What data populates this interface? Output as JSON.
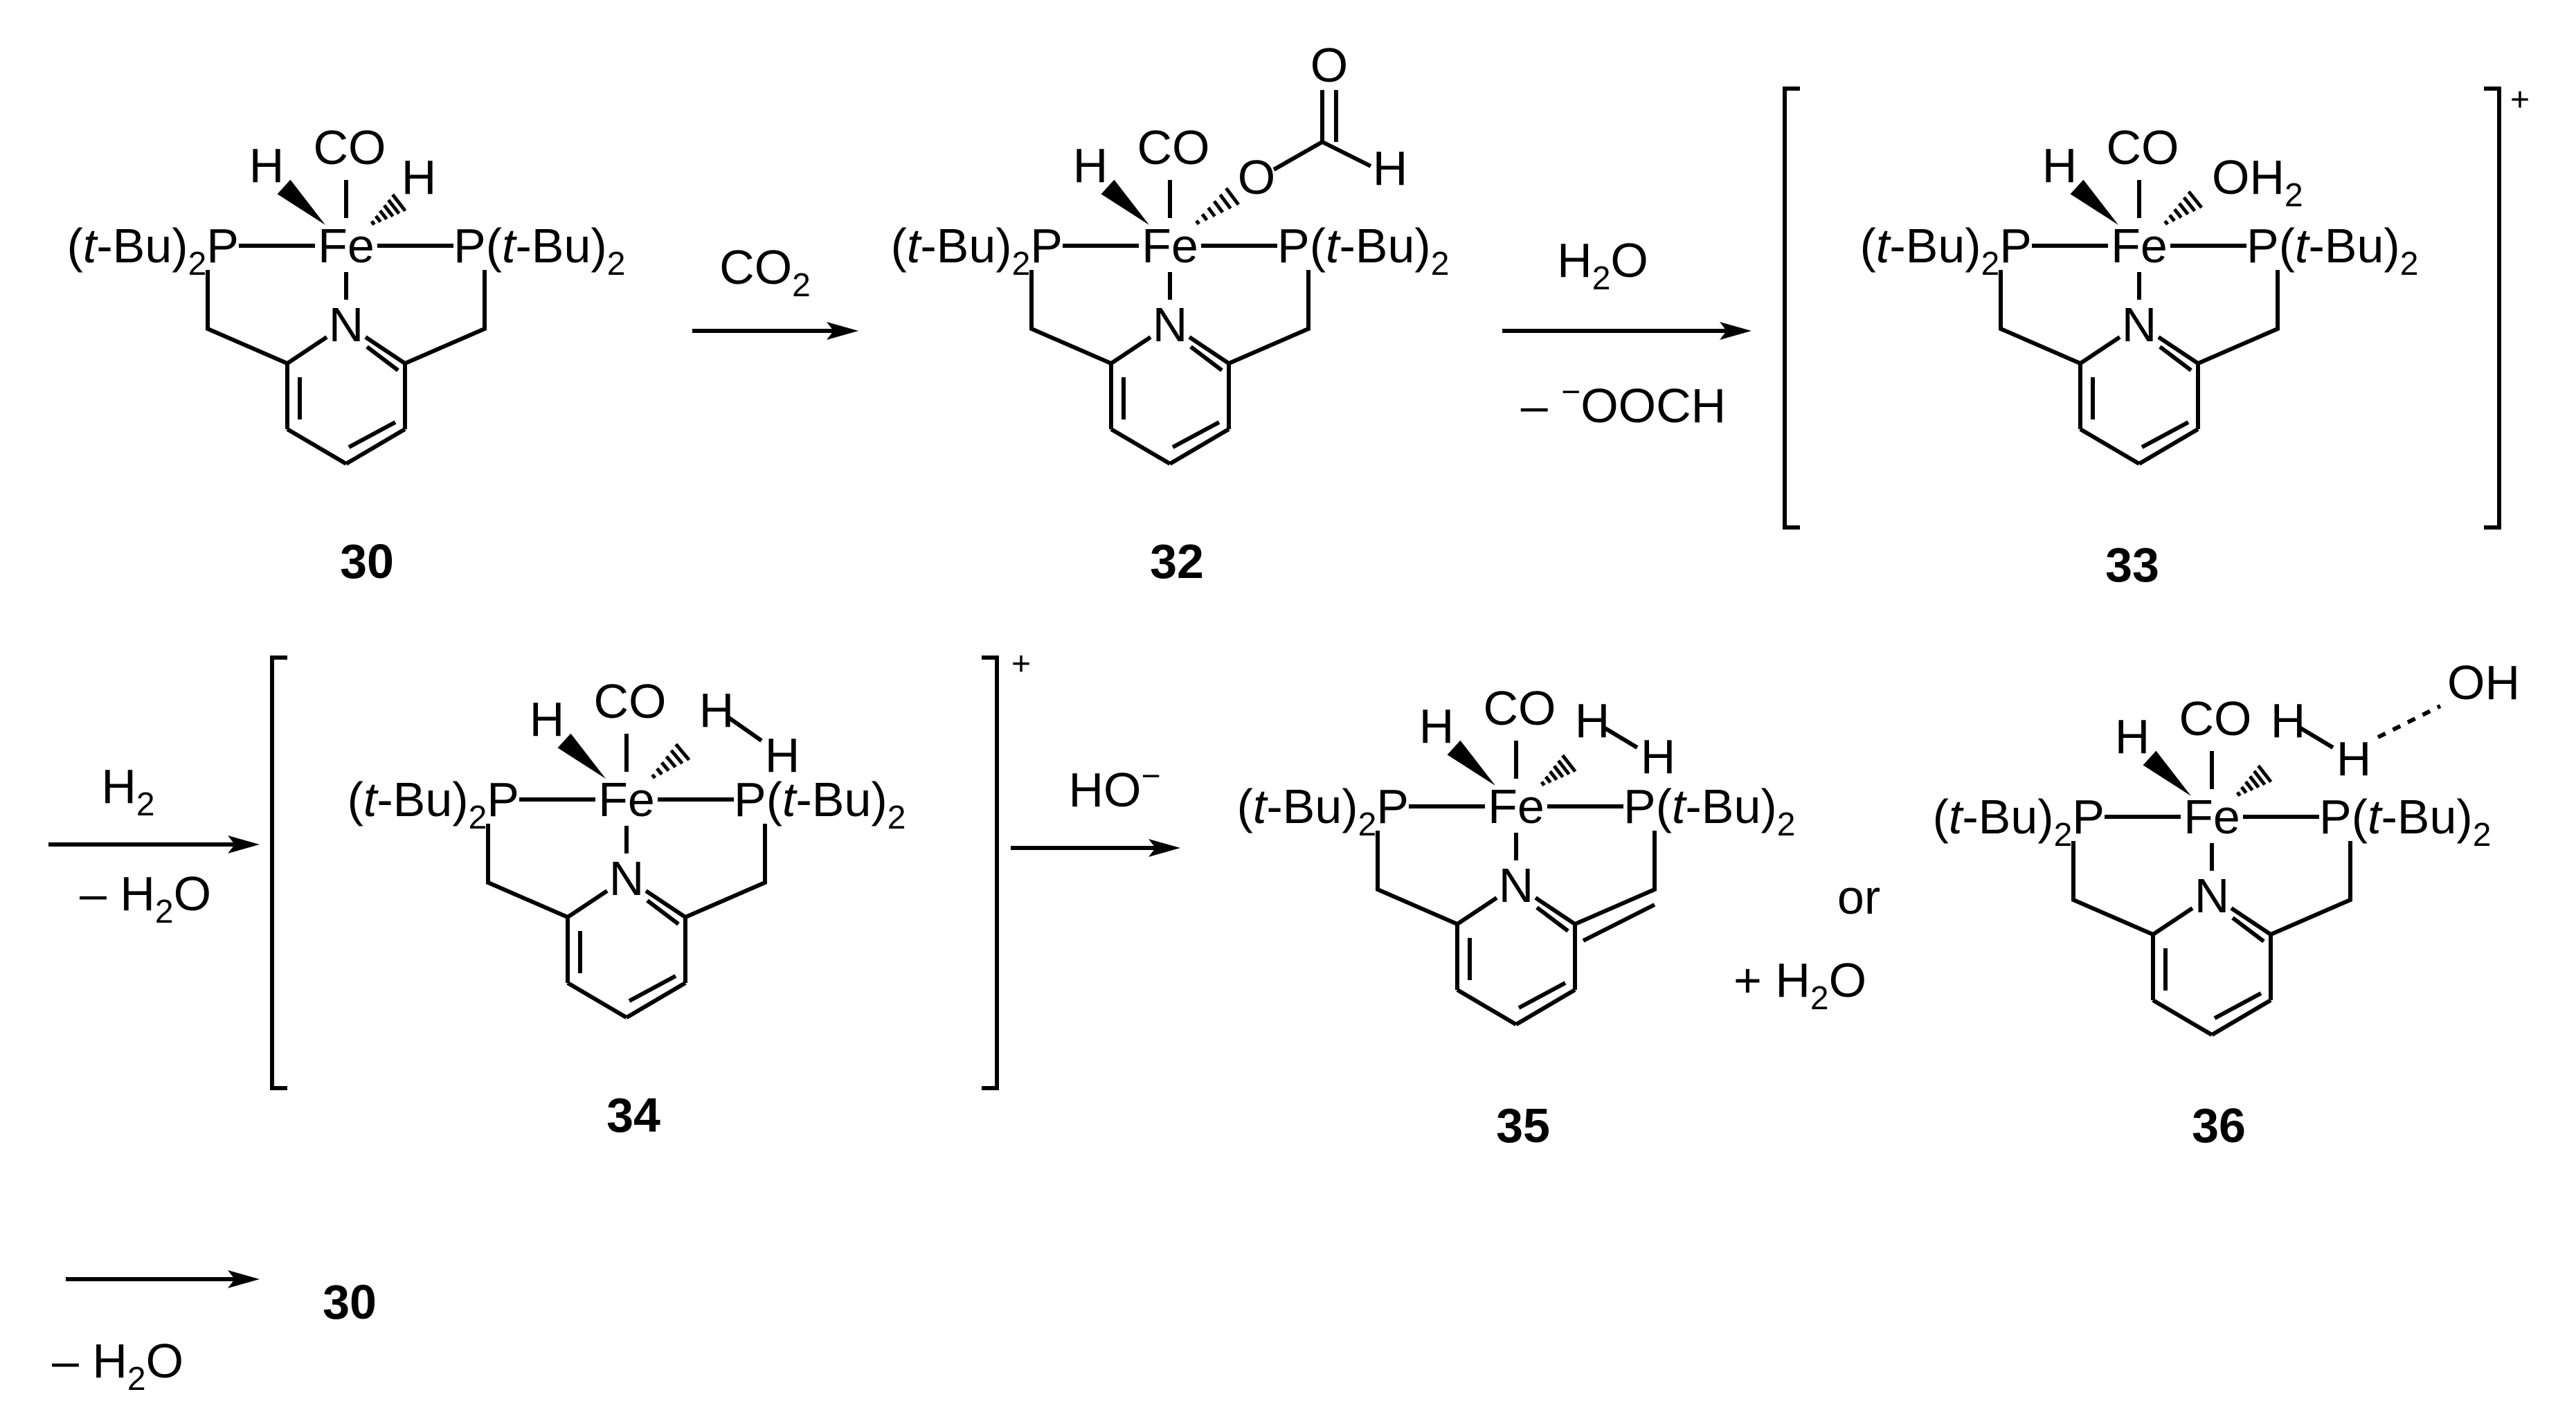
{
  "scheme": {
    "compounds": [
      {
        "id": "c30",
        "number": "30"
      },
      {
        "id": "c32",
        "number": "32"
      },
      {
        "id": "c33",
        "number": "33"
      },
      {
        "id": "c34",
        "number": "34"
      },
      {
        "id": "c35",
        "number": "35"
      },
      {
        "id": "c36",
        "number": "36"
      }
    ],
    "atoms": {
      "fe": "Fe",
      "n": "N",
      "h": "H",
      "co": "CO",
      "ligand_left": "(t-Bu)2P",
      "ligand_right": "P(t-Bu)2",
      "formate_o": "O",
      "aqua": "OH2",
      "oh": "OH"
    },
    "charges": {
      "c33": "+",
      "c34": "+"
    },
    "steps": [
      {
        "id": "step1",
        "above": "CO2",
        "below": ""
      },
      {
        "id": "step2",
        "above": "H2O",
        "below": "– ⁻OOCH"
      },
      {
        "id": "step3",
        "above": "H2",
        "below": "– H2O"
      },
      {
        "id": "step4",
        "above": "HO⁻",
        "below": ""
      },
      {
        "id": "step5",
        "above": "",
        "below": "– H2O"
      }
    ],
    "byproduct": "+ H2O",
    "alternative": "or",
    "final_product": "30"
  }
}
